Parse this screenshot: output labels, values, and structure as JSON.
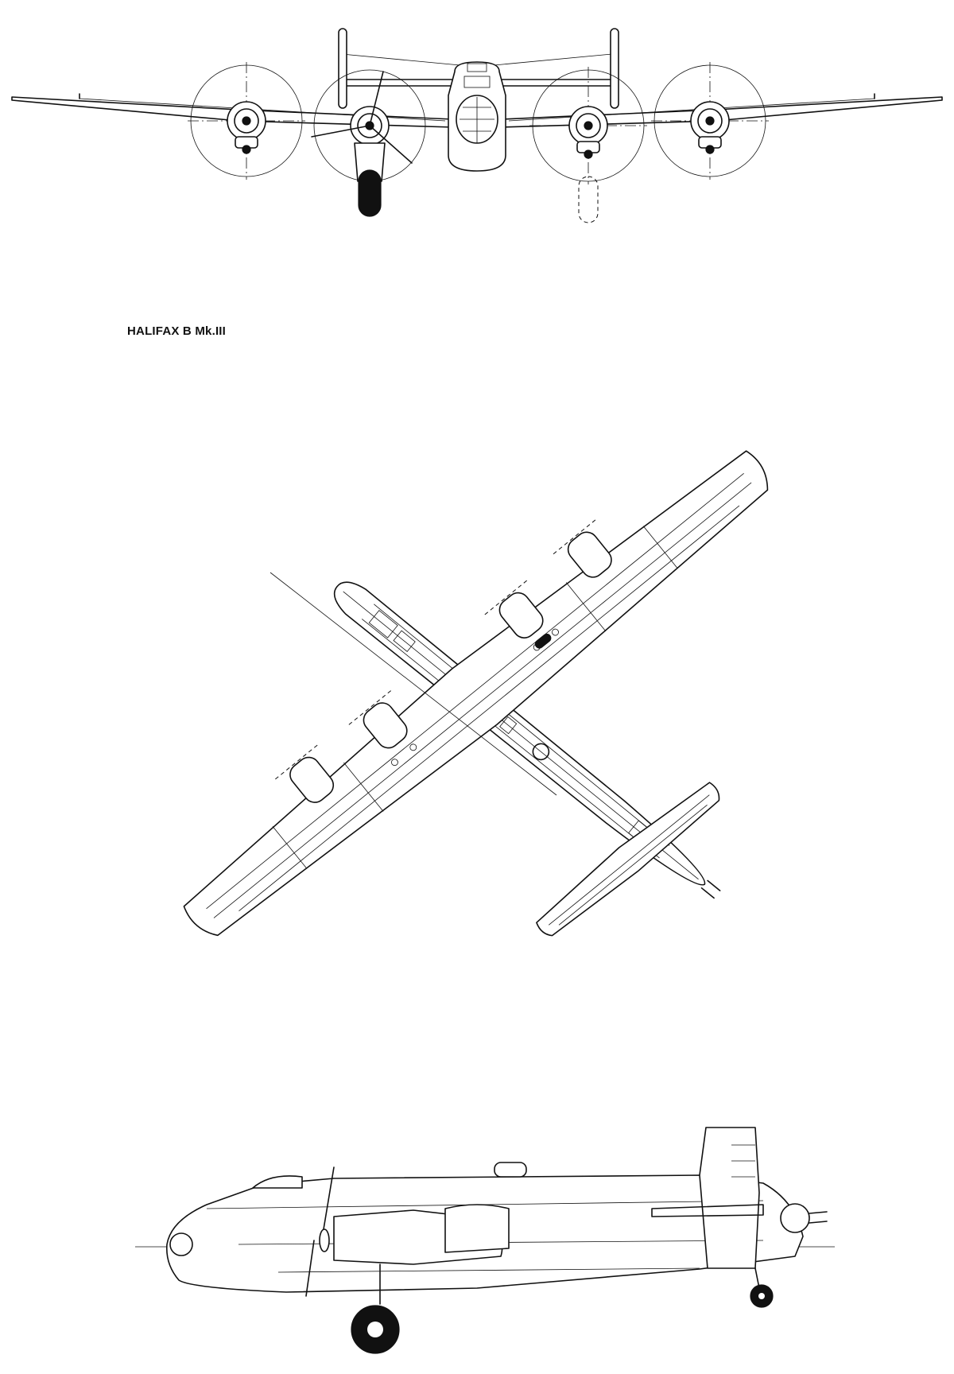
{
  "caption": {
    "label": "HALIFAX B Mk.III"
  },
  "views": {
    "front": {
      "name": "front-view"
    },
    "plan": {
      "name": "plan-view"
    },
    "side": {
      "name": "side-view"
    }
  },
  "colors": {
    "ink": "#111111",
    "paper": "#ffffff"
  }
}
